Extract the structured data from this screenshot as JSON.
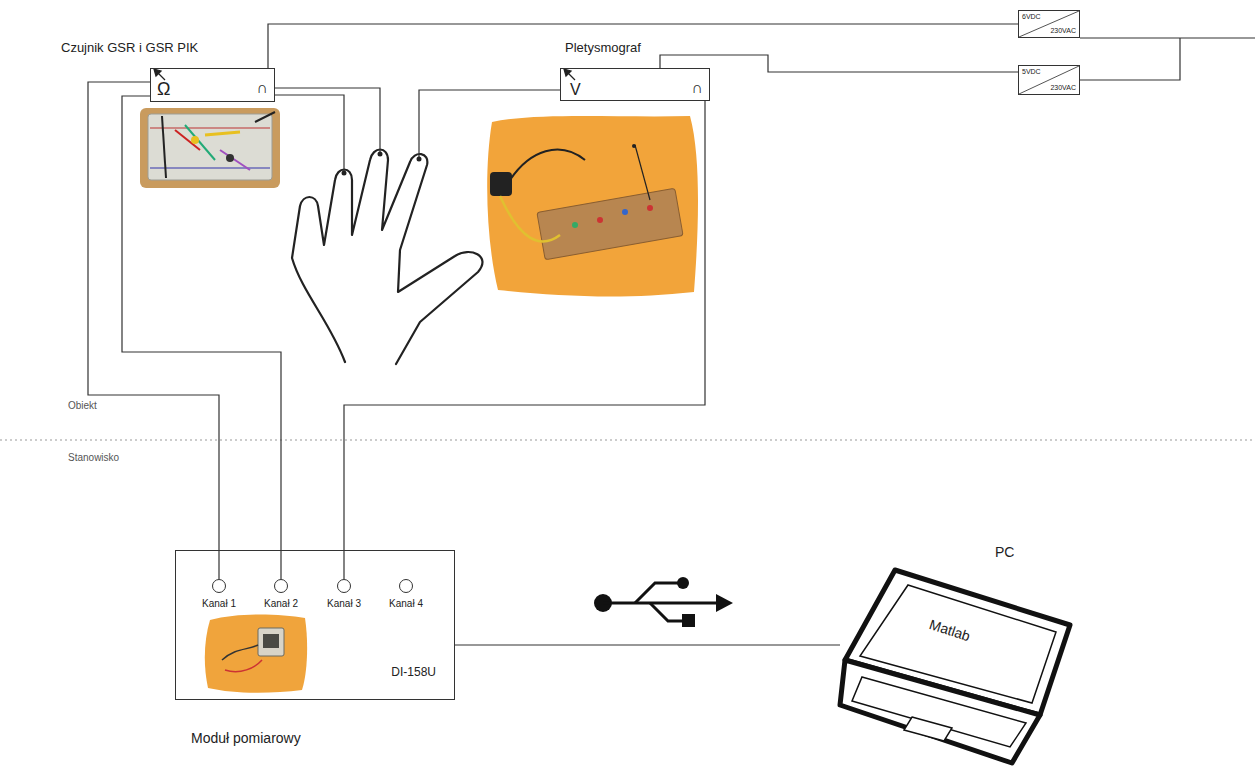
{
  "diagram": {
    "nodes": [
      {
        "text": [
          "Czujnik GSR i GSR PIK",
          "Ω",
          "∩"
        ]
      },
      {
        "text": [
          "Pletysmograf",
          "V",
          "∩"
        ]
      },
      {
        "text": [
          "6VDC",
          "230VAC"
        ]
      },
      {
        "text": [
          "5VDC",
          "230VAC"
        ]
      },
      {
        "text": [
          "DI-158U",
          "Moduł pomiarowy"
        ]
      },
      {
        "text": [
          "Kanał 1"
        ],
        "in": 4
      },
      {
        "text": [
          "Kanał 2"
        ],
        "in": 4
      },
      {
        "text": [
          "Kanał 3"
        ],
        "in": 4
      },
      {
        "text": [
          "Kanał 4"
        ],
        "in": 4
      },
      {
        "text": [
          "PC",
          "Matlab"
        ]
      }
    ],
    "edges": [
      {
        "from": 0,
        "to": 5,
        "arrow": "none"
      },
      {
        "from": 0,
        "to": 6,
        "arrow": "none"
      },
      {
        "from": 1,
        "to": 7,
        "arrow": "none"
      },
      {
        "from": 4,
        "to": 9,
        "arrow": "none"
      },
      {
        "from": 0,
        "to": 2,
        "arrow": "none"
      },
      {
        "from": 1,
        "to": 3,
        "arrow": "none"
      }
    ],
    "labels": [
      "Obiekt",
      "Stanowisko"
    ]
  }
}
